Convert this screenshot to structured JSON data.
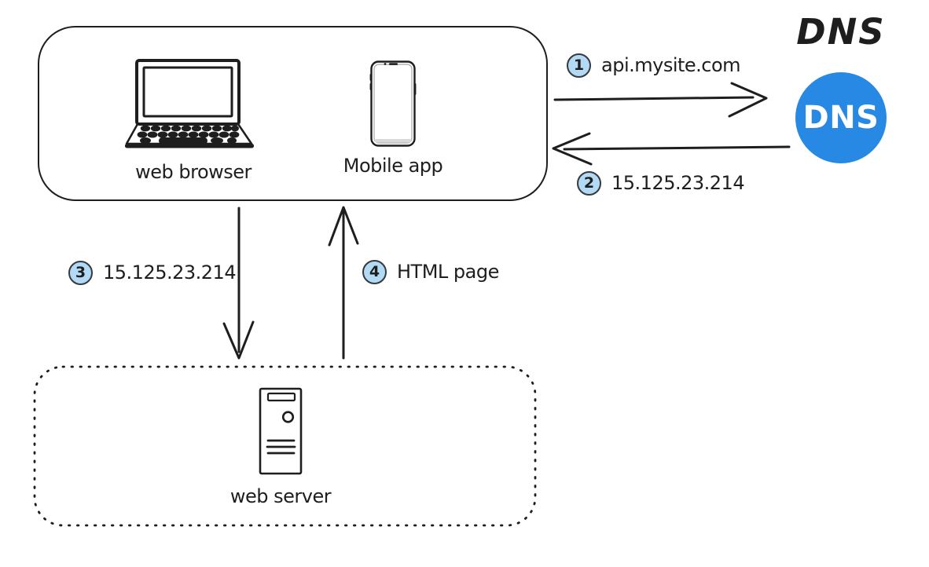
{
  "title": "DNS",
  "colors": {
    "ink": "#1e1e1e",
    "dns-blue": "#2789e3",
    "badge-fill": "#b3daf5",
    "badge-stroke": "#343a40",
    "bg": "#ffffff"
  },
  "client_group": {
    "browser_label": "web browser",
    "mobile_label": "Mobile app"
  },
  "dns_node": {
    "label": "DNS"
  },
  "server_group": {
    "label": "web server"
  },
  "steps": [
    {
      "num": "1",
      "label": "api.mysite.com"
    },
    {
      "num": "2",
      "label": "15.125.23.214"
    },
    {
      "num": "3",
      "label": "15.125.23.214"
    },
    {
      "num": "4",
      "label": "HTML page"
    }
  ]
}
